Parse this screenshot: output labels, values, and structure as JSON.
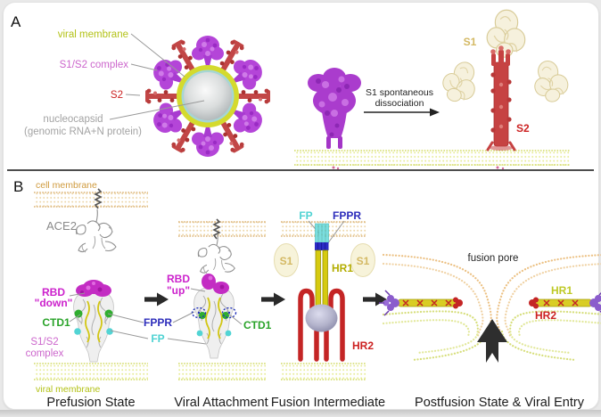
{
  "panel_a": {
    "label": "A",
    "labels": {
      "viral_membrane": "viral membrane",
      "s1s2_complex": "S1/S2 complex",
      "s2": "S2",
      "nucleocapsid1": "nucleocapsid",
      "nucleocapsid2": "(genomic RNA+N protein)"
    },
    "dissociation": {
      "line1": "S1 spontaneous",
      "line2": "dissociation",
      "s1_free": "S1",
      "s2_post": "S2"
    }
  },
  "panel_b": {
    "label": "B",
    "labels": {
      "cell_membrane": "cell membrane",
      "ace2": "ACE2",
      "rbd_down1": "RBD",
      "rbd_down2": "\"down\"",
      "ctd1_a": "CTD1",
      "s1s2_1": "S1/S2",
      "s1s2_2": "complex",
      "viral_membrane": "viral membrane",
      "fppr": "FPPR",
      "fp": "FP",
      "rbd_up1": "RBD",
      "rbd_up2": "\"up\"",
      "ctd1_b": "CTD1",
      "fp_top": "FP",
      "fppr_top": "FPPR",
      "hr1": "HR1",
      "s1_left": "S1",
      "s1_right": "S1",
      "hr2": "HR2",
      "fusion_pore": "fusion pore",
      "hr1_post": "HR1",
      "hr2_post": "HR2"
    },
    "captions": [
      "Prefusion State",
      "Viral Attachment",
      "Fusion Intermediate",
      "Postfusion State & Viral Entry"
    ]
  },
  "colors": {
    "viral_membrane_text": "#b3c217",
    "s1s2_text": "#cc66cc",
    "s2_red": "#cc2222",
    "gray_text": "#a3a3a3",
    "cell_membrane_text": "#cf9a3d",
    "ace2_text": "#8a8a8a",
    "magenta": "#cc22cc",
    "green": "#29a329",
    "blue": "#2d2dbb",
    "cyan": "#4ed2d2",
    "hr1_yellow": "#b3ad00",
    "s1_tan": "#d4b964",
    "hr1_post_green": "#bec926",
    "black": "#222222"
  }
}
